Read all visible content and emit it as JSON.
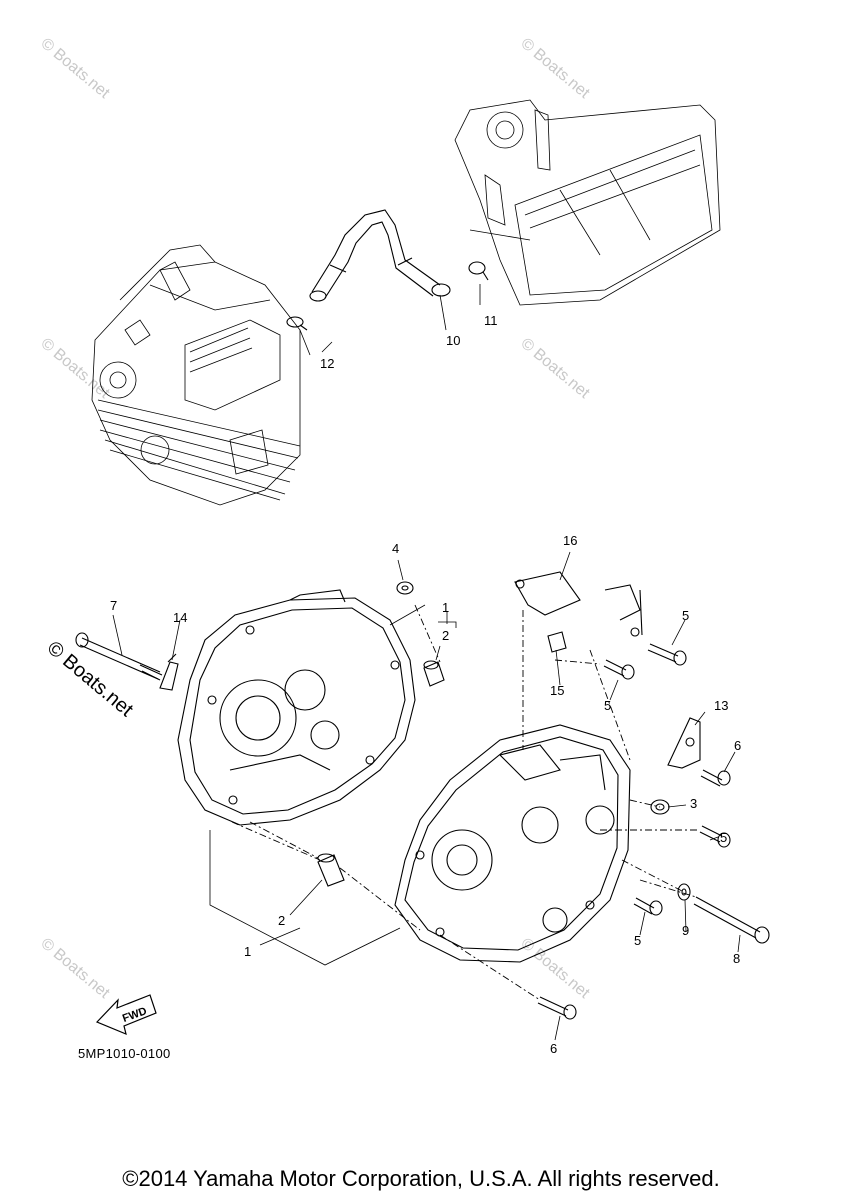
{
  "callouts": {
    "c1a": "1",
    "c1b": "1",
    "c2a": "2",
    "c2b": "2",
    "c3": "3",
    "c4": "4",
    "c5a": "5",
    "c5b": "5",
    "c5c": "5",
    "c5d": "5",
    "c6a": "6",
    "c6b": "6",
    "c7": "7",
    "c8": "8",
    "c9": "9",
    "c10": "10",
    "c11": "11",
    "c12": "12",
    "c13": "13",
    "c14": "14",
    "c15": "15",
    "c16": "16"
  },
  "fwd_label": "FWD",
  "reference_code": "5MP1010-0100",
  "watermark": "© Boats.net",
  "copyright": "©2014 Yamaha Motor Corporation, U.S.A. All rights reserved."
}
